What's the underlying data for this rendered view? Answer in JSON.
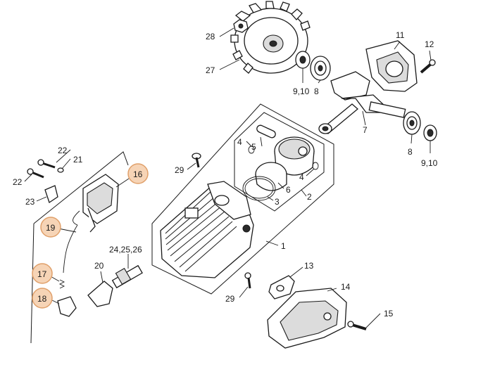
{
  "highlight": {
    "fill": "#f6d4b6",
    "stroke": "#e0a06a"
  },
  "labels": [
    {
      "id": "28",
      "text": "28"
    },
    {
      "id": "27",
      "text": "27"
    },
    {
      "id": "9_10a",
      "text": "9,10"
    },
    {
      "id": "8a",
      "text": "8"
    },
    {
      "id": "11",
      "text": "11"
    },
    {
      "id": "12",
      "text": "12"
    },
    {
      "id": "7",
      "text": "7"
    },
    {
      "id": "8b",
      "text": "8"
    },
    {
      "id": "9_10b",
      "text": "9,10"
    },
    {
      "id": "4a",
      "text": "4"
    },
    {
      "id": "5",
      "text": "5"
    },
    {
      "id": "4b",
      "text": "4"
    },
    {
      "id": "6",
      "text": "6"
    },
    {
      "id": "3",
      "text": "3"
    },
    {
      "id": "2",
      "text": "2"
    },
    {
      "id": "1",
      "text": "1"
    },
    {
      "id": "29a",
      "text": "29"
    },
    {
      "id": "22a",
      "text": "22"
    },
    {
      "id": "21",
      "text": "21"
    },
    {
      "id": "22b",
      "text": "22"
    },
    {
      "id": "23",
      "text": "23"
    },
    {
      "id": "16",
      "text": "16"
    },
    {
      "id": "19",
      "text": "19"
    },
    {
      "id": "17",
      "text": "17"
    },
    {
      "id": "18",
      "text": "18"
    },
    {
      "id": "20",
      "text": "20"
    },
    {
      "id": "24_25_26",
      "text": "24,25,26"
    },
    {
      "id": "13",
      "text": "13"
    },
    {
      "id": "14",
      "text": "14"
    },
    {
      "id": "15",
      "text": "15"
    },
    {
      "id": "29b",
      "text": "29"
    }
  ]
}
